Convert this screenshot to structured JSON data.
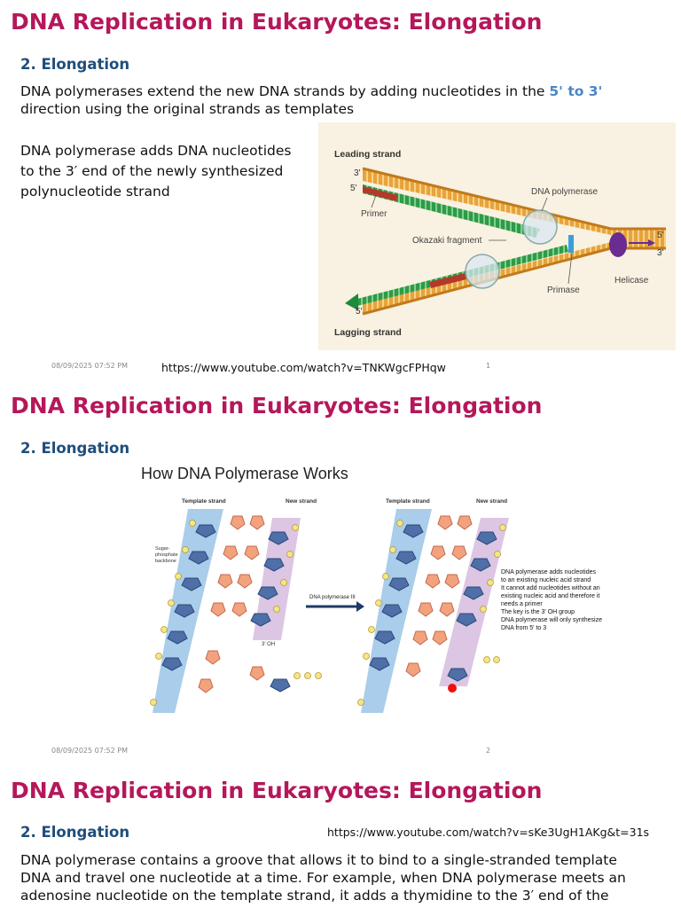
{
  "slides": [
    {
      "title": "DNA Replication in Eukaryotes: Elongation",
      "subtitle": "2. Elongation",
      "para1_a": "DNA polymerases extend the new DNA strands by adding nucleotides in the ",
      "para1_hl": "5' to 3'",
      "para1_b": "direction using the original strands as templates",
      "para2_lines": [
        "DNA polymerase adds DNA nucleotides",
        "to the 3′ end of the newly synthesized",
        "polynucleotide strand"
      ],
      "figure": {
        "leading": "Leading strand",
        "lagging": "Lagging strand",
        "primer": "Primer",
        "polymerase": "DNA polymerase",
        "okazaki": "Okazaki fragment",
        "primase": "Primase",
        "helicase": "Helicase",
        "p3": "3'",
        "p5": "5'"
      },
      "date": "08/09/2025 07:52 PM",
      "url": "https://www.youtube.com/watch?v=TNKWgcFPHqw",
      "num": "1"
    },
    {
      "title": "DNA Replication in Eukaryotes: Elongation",
      "subtitle": "2. Elongation",
      "figure": {
        "heading": "How DNA Polymerase Works",
        "template": "Template strand",
        "newstrand": "New strand",
        "backbone": [
          "Sugar-",
          "phosphate",
          "backbone"
        ],
        "arrow_label": "DNA polymerase III",
        "oh": "3' OH",
        "note": [
          "DNA polymerase adds nucleotides",
          "to an existing nucleic acid strand",
          "It cannot add nucleotides without an",
          "existing nucleic acid and therefore it",
          "needs a primer",
          "The key is the 3' OH group",
          "DNA polymerase will only synthesize",
          "DNA from 5' to 3"
        ]
      },
      "date": "08/09/2025 07:52 PM",
      "num": "2"
    },
    {
      "title": "DNA Replication in Eukaryotes: Elongation",
      "subtitle": "2. Elongation",
      "url": "https://www.youtube.com/watch?v=sKe3UgH1AKg&t=31s",
      "para_lines": [
        "DNA polymerase contains a groove that allows it to bind to a single-stranded template",
        "DNA and travel one nucleotide at a time. For example, when DNA polymerase meets an",
        "adenosine nucleotide on the template strand, it adds a thymidine to the 3′ end of the"
      ]
    }
  ]
}
